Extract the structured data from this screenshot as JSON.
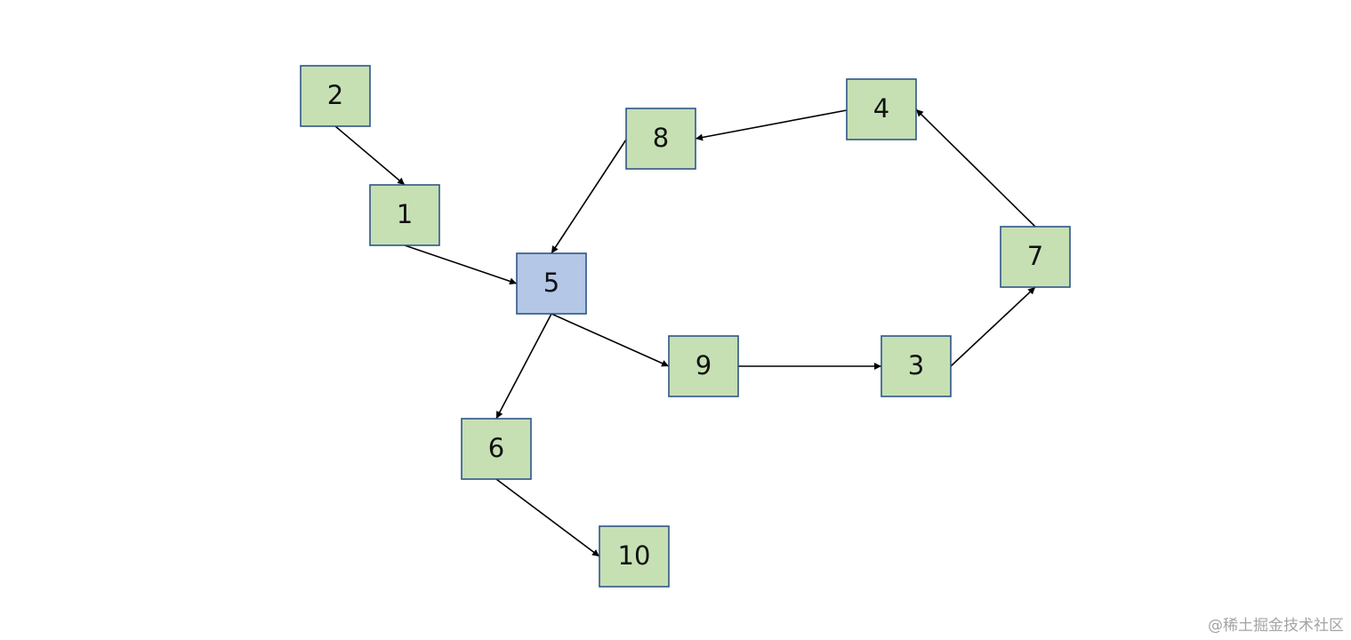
{
  "colors": {
    "node_fill": "#c6e0b4",
    "highlight_fill": "#b4c7e7",
    "node_border": "#2f5587",
    "edge": "#000000"
  },
  "nodes": [
    {
      "id": "2",
      "label": "2",
      "highlight": false
    },
    {
      "id": "1",
      "label": "1",
      "highlight": false
    },
    {
      "id": "5",
      "label": "5",
      "highlight": true
    },
    {
      "id": "8",
      "label": "8",
      "highlight": false
    },
    {
      "id": "4",
      "label": "4",
      "highlight": false
    },
    {
      "id": "7",
      "label": "7",
      "highlight": false
    },
    {
      "id": "9",
      "label": "9",
      "highlight": false
    },
    {
      "id": "3",
      "label": "3",
      "highlight": false
    },
    {
      "id": "6",
      "label": "6",
      "highlight": false
    },
    {
      "id": "10",
      "label": "10",
      "highlight": false
    }
  ],
  "edges": [
    {
      "from": "2",
      "to": "1"
    },
    {
      "from": "1",
      "to": "5"
    },
    {
      "from": "8",
      "to": "5"
    },
    {
      "from": "4",
      "to": "8"
    },
    {
      "from": "7",
      "to": "4"
    },
    {
      "from": "3",
      "to": "7"
    },
    {
      "from": "9",
      "to": "3"
    },
    {
      "from": "5",
      "to": "9"
    },
    {
      "from": "5",
      "to": "6"
    },
    {
      "from": "6",
      "to": "10"
    }
  ],
  "watermark": "@稀土掘金技术社区"
}
